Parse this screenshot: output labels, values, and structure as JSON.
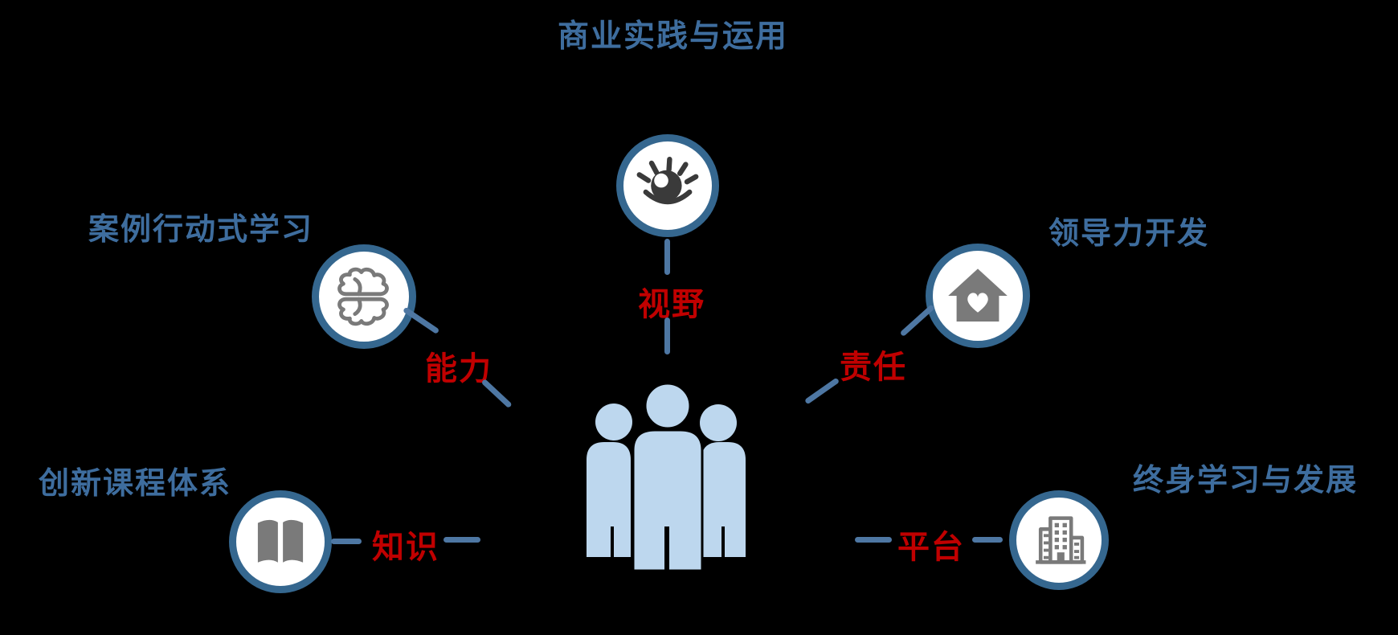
{
  "title": "商业实践与运用",
  "colors": {
    "label_blue": "#3E6D9E",
    "keyword_red": "#C00000",
    "ring_blue": "#35678F",
    "line_blue": "#4E77A3",
    "people_blue": "#BDD7EE",
    "icon_gray": "#7A7A7A",
    "icon_dark": "#3A3A3A",
    "background": "#000000"
  },
  "nodes": {
    "vision": {
      "keyword": "视野",
      "icon": "eye-icon"
    },
    "ability": {
      "label": "案例行动式学习",
      "keyword": "能力",
      "icon": "brain-icon"
    },
    "knowledge": {
      "label": "创新课程体系",
      "keyword": "知识",
      "icon": "open-book-icon"
    },
    "responsibility": {
      "label": "领导力开发",
      "keyword": "责任",
      "icon": "house-heart-icon"
    },
    "platform": {
      "label": "终身学习与发展",
      "keyword": "平台",
      "icon": "building-icon"
    }
  },
  "center": {
    "icon": "people-group-icon"
  }
}
